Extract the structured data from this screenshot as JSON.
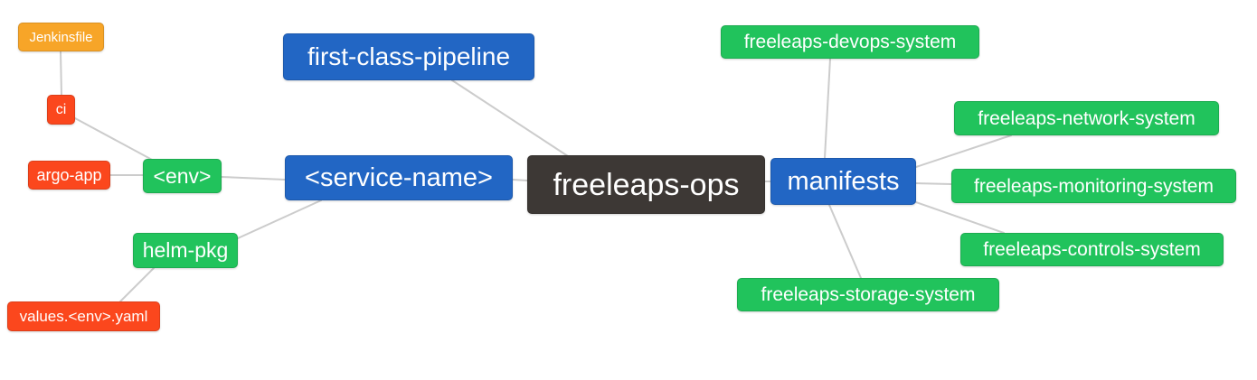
{
  "diagram": {
    "type": "mindmap",
    "root": "freeleaps-ops"
  },
  "colors": {
    "root_node": "#3d3835",
    "branch_node_blue": "#2266c4",
    "leaf_node_green": "#21c35c",
    "leaf_node_red": "#fb471d",
    "leaf_node_orange": "#f7a528",
    "edge": "#cccccc",
    "background": "#ffffff",
    "node_text": "#ffffff"
  },
  "nodes": {
    "jenkinsfile": {
      "label": "Jenkinsfile"
    },
    "ci": {
      "label": "ci"
    },
    "argo_app": {
      "label": "argo-app"
    },
    "env": {
      "label": "<env>"
    },
    "helm_pkg": {
      "label": "helm-pkg"
    },
    "values_yaml": {
      "label": "values.<env>.yaml"
    },
    "first_class_pipeline": {
      "label": "first-class-pipeline"
    },
    "service_name": {
      "label": "<service-name>"
    },
    "freeleaps_ops": {
      "label": "freeleaps-ops"
    },
    "manifests": {
      "label": "manifests"
    },
    "devops_system": {
      "label": "freeleaps-devops-system"
    },
    "network_system": {
      "label": "freeleaps-network-system"
    },
    "monitoring_system": {
      "label": "freeleaps-monitoring-system"
    },
    "controls_system": {
      "label": "freeleaps-controls-system"
    },
    "storage_system": {
      "label": "freeleaps-storage-system"
    }
  },
  "edges": [
    {
      "from": "jenkinsfile",
      "to": "ci"
    },
    {
      "from": "ci",
      "to": "env"
    },
    {
      "from": "argo_app",
      "to": "env"
    },
    {
      "from": "env",
      "to": "service_name"
    },
    {
      "from": "helm_pkg",
      "to": "service_name"
    },
    {
      "from": "values_yaml",
      "to": "helm_pkg"
    },
    {
      "from": "first_class_pipeline",
      "to": "freeleaps_ops"
    },
    {
      "from": "service_name",
      "to": "freeleaps_ops"
    },
    {
      "from": "freeleaps_ops",
      "to": "manifests"
    },
    {
      "from": "manifests",
      "to": "devops_system"
    },
    {
      "from": "manifests",
      "to": "network_system"
    },
    {
      "from": "manifests",
      "to": "monitoring_system"
    },
    {
      "from": "manifests",
      "to": "controls_system"
    },
    {
      "from": "manifests",
      "to": "storage_system"
    }
  ]
}
